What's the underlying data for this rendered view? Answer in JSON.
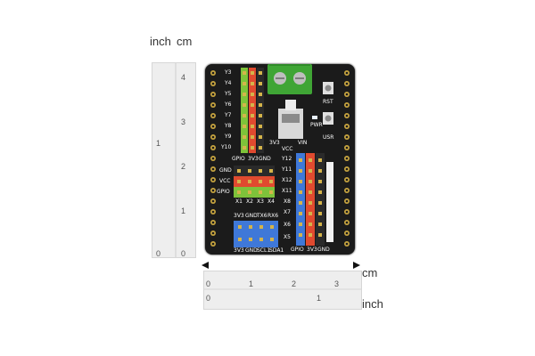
{
  "ruler_vertical": {
    "label_inch": "inch",
    "label_cm": "cm",
    "inch_numbers": [
      "1",
      "0"
    ],
    "cm_numbers": [
      "4",
      "3",
      "2",
      "1",
      "0"
    ]
  },
  "ruler_horizontal": {
    "label_cm": "cm",
    "label_inch": "inch",
    "cm_numbers": [
      "0",
      "1",
      "2",
      "3"
    ],
    "inch_numbers": [
      "0",
      "1"
    ]
  },
  "board": {
    "left_header": [
      "Y3",
      "Y4",
      "Y5",
      "Y6",
      "Y7",
      "Y8",
      "Y9",
      "Y10"
    ],
    "gpio_row_1": [
      "GPIO",
      "3V3",
      "GND"
    ],
    "power_rows": [
      "GND",
      "VCC",
      "GPIO"
    ],
    "x_row": [
      "X1",
      "X2",
      "X3",
      "X4"
    ],
    "bus_row": [
      "3V3",
      "GND",
      "TX6",
      "RX6"
    ],
    "bus_bottom": [
      "3V3",
      "GND",
      "SCL1",
      "SDA1"
    ],
    "right_labels": [
      "Y12",
      "Y11",
      "X12",
      "X11",
      "X8",
      "X7",
      "X6",
      "X5"
    ],
    "gpio_row_2": [
      "GPIO",
      "3V3",
      "GND"
    ],
    "switch_labels": [
      "3V3",
      "VIN"
    ],
    "vcc_label": "VCC",
    "buttons": [
      "RST",
      "PWR",
      "USR"
    ]
  }
}
